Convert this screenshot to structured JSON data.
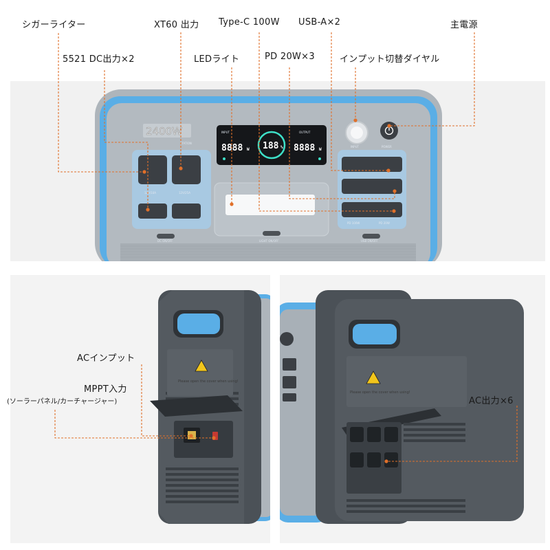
{
  "callouts": {
    "cigar_lighter": "シガーライター",
    "dc5521": "5521 DC出力×2",
    "xt60": "XT60 出力",
    "led_light": "LEDライト",
    "typec": "Type-C 100W",
    "pd20": "PD 20W×3",
    "usba": "USB-A×2",
    "input_dial": "インプット切替ダイヤル",
    "main_power": "主電源",
    "ac_input": "ACインプット",
    "mppt": "MPPT入力",
    "mppt_note": "(ソーラーパネル/カーチャージャー)",
    "ac_output": "AC出力×6"
  },
  "device": {
    "capacity_badge": "2400W",
    "station_label": "STATION",
    "lcd_left": "8888",
    "lcd_center": "188",
    "lcd_right": "8888",
    "lcd_unit": "W",
    "lcd_center_unit": "%",
    "input_label": "INPUT",
    "output_label": "OUTPUT",
    "dial_label": "INPUT",
    "power_label": "POWER",
    "cig_label": "12V/10A",
    "xt60_label": "12V/25A",
    "typec_label_1": "PD 100W",
    "typec_label_2": "PD 20W",
    "dc_onoff": "DC ON/OFF",
    "light_onoff": "LIGHT ON/OFF",
    "usb_onoff": "USB ON/OFF",
    "warning_text": "Please open the cover when using!"
  },
  "colors": {
    "accent_blue": "#5aaee6",
    "body_gray": "#9ea6ad",
    "dark_body": "#4b5157",
    "callout_orange": "#e0702a"
  }
}
